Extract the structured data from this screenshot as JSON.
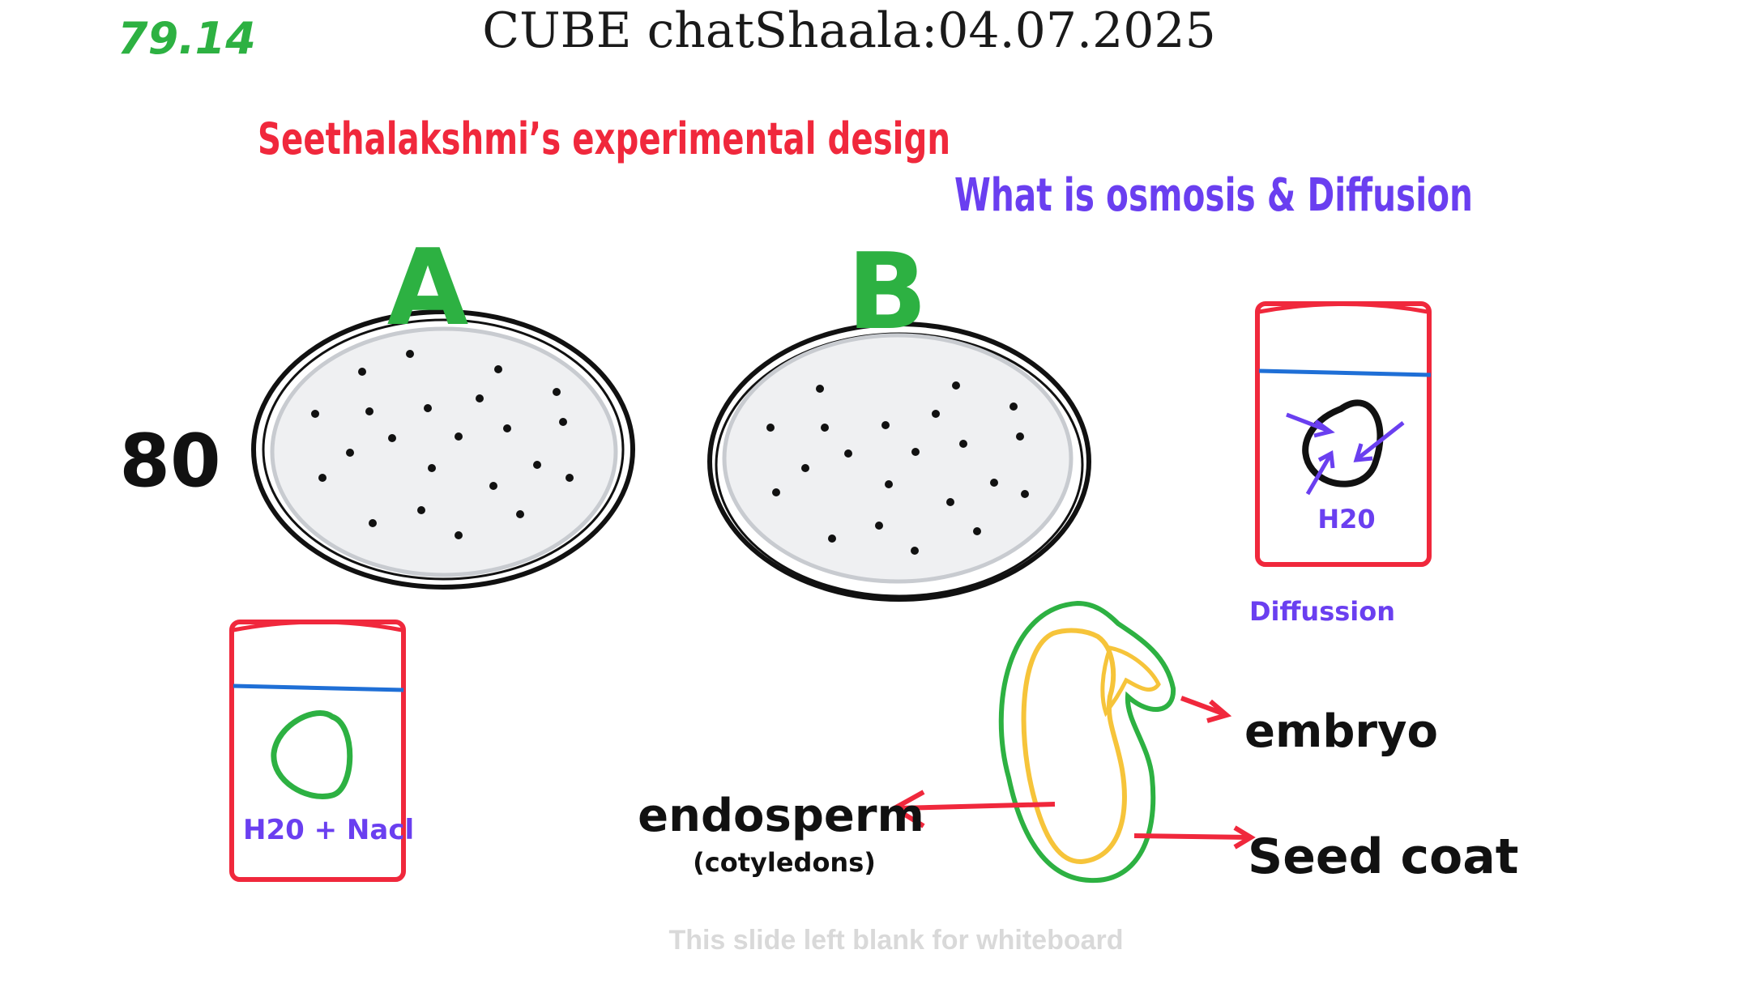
{
  "header": {
    "corner_number": "79.14",
    "title": "CUBE chatShaala:04.07.2025"
  },
  "headings": {
    "experiment": "Seethalakshmi’s experimental design",
    "question": "What is osmosis & Diffusion"
  },
  "dishes": {
    "a_label": "A",
    "b_label": "B",
    "count_label": "80"
  },
  "beakers": {
    "left_label": "H20 + Nacl",
    "right_label": "H20",
    "right_caption": "Diffussion"
  },
  "seed": {
    "embryo": "embryo",
    "endosperm": "endosperm",
    "cotyledons": "(cotyledons)",
    "seed_coat": "Seed coat"
  },
  "footer": {
    "note": "This slide left blank for whiteboard"
  },
  "colors": {
    "green": "#2db142",
    "red": "#f0283c",
    "purple": "#6a3ff0",
    "blue": "#1f6fd6",
    "yellow": "#f6c43a",
    "black": "#111111"
  }
}
